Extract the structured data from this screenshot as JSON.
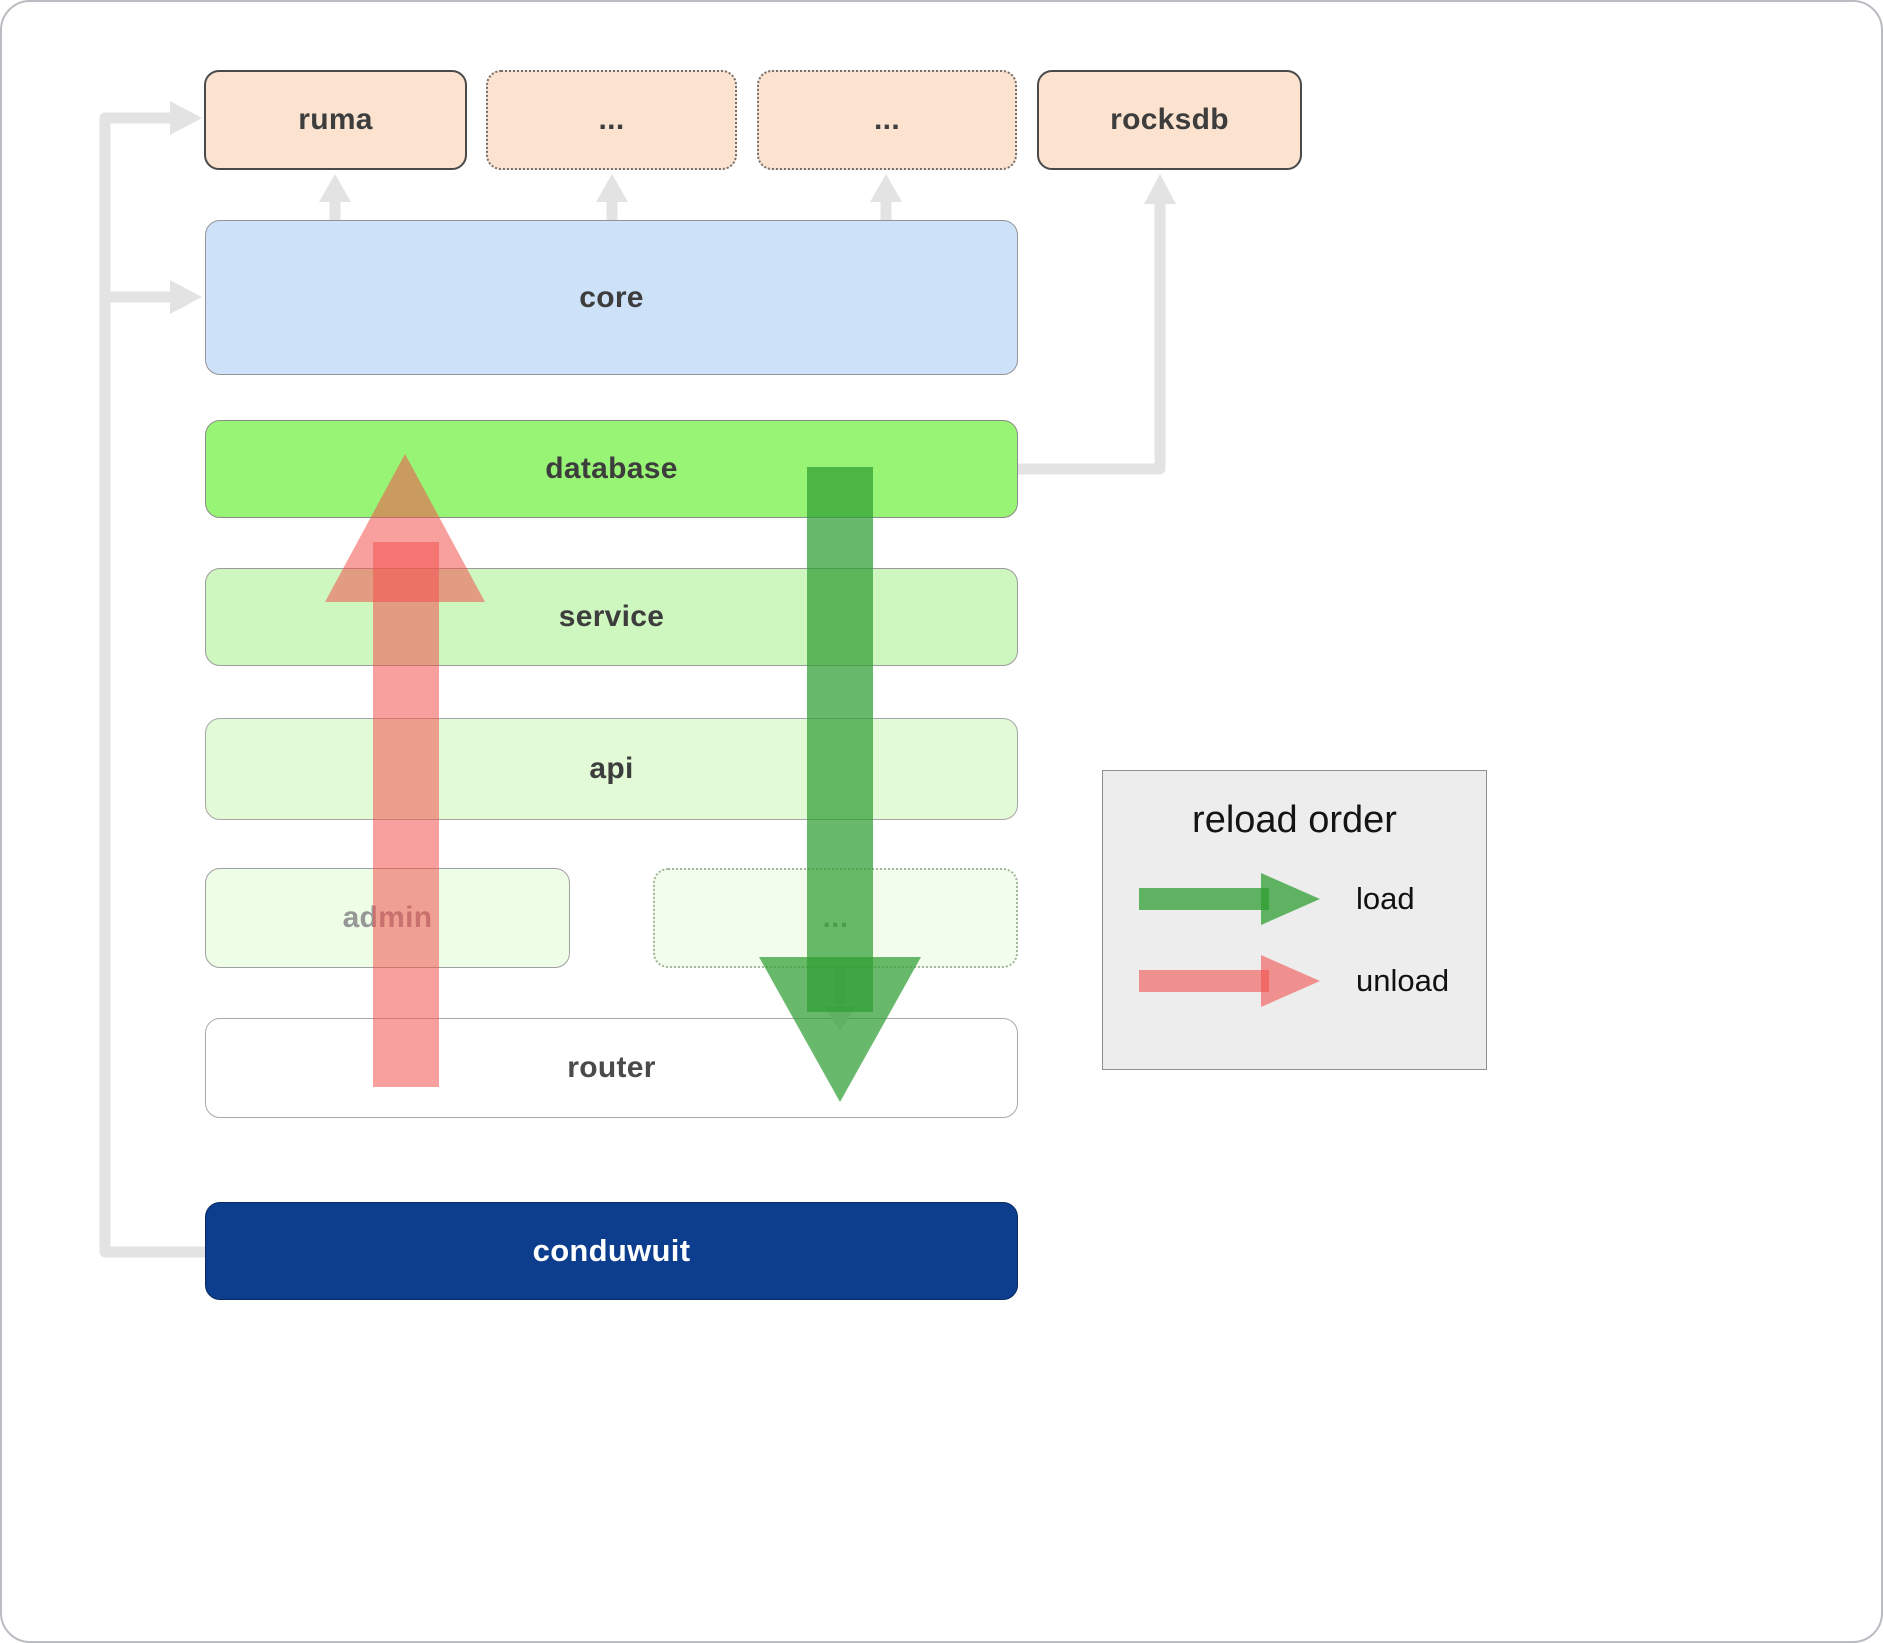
{
  "boxes": {
    "ruma": {
      "label": "ruma"
    },
    "dep_more_1": {
      "label": "..."
    },
    "dep_more_2": {
      "label": "..."
    },
    "rocksdb": {
      "label": "rocksdb"
    },
    "core": {
      "label": "core"
    },
    "database": {
      "label": "database"
    },
    "service": {
      "label": "service"
    },
    "api": {
      "label": "api"
    },
    "admin": {
      "label": "admin"
    },
    "service_more": {
      "label": "..."
    },
    "router": {
      "label": "router"
    },
    "conduwuit": {
      "label": "conduwuit"
    }
  },
  "legend": {
    "title": "reload order",
    "items": [
      {
        "label": "load"
      },
      {
        "label": "unload"
      }
    ]
  },
  "colors": {
    "load": "#2f9e33",
    "unload": "#f2524e",
    "connector": "#e3e3e3",
    "conduwuit_bg": "#0c3e8d",
    "database_bg": "#98f474"
  }
}
